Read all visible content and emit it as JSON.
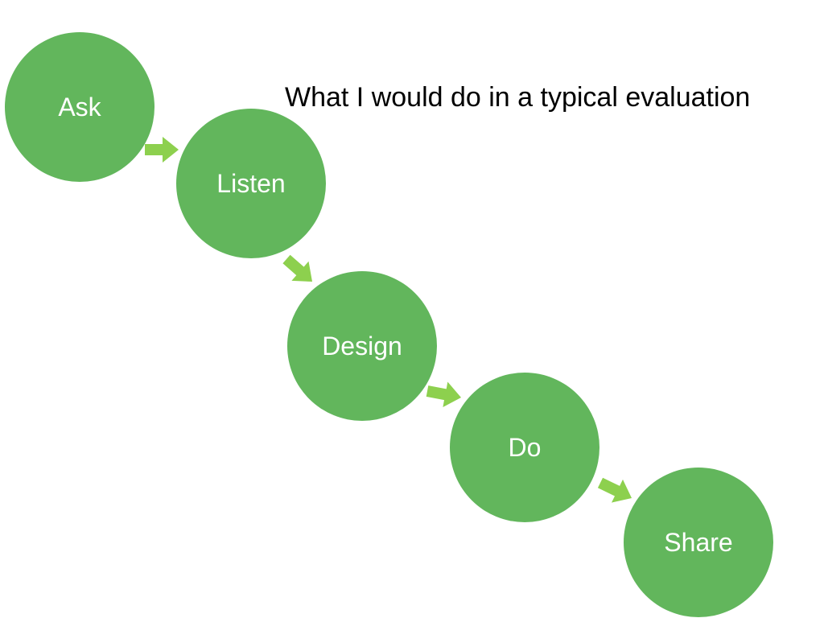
{
  "title": "What I would do in a typical evaluation",
  "colors": {
    "circle": "#62b65c",
    "arrow": "#8dd04e",
    "label": "#ffffff",
    "title": "#000000"
  },
  "steps": [
    {
      "label": "Ask"
    },
    {
      "label": "Listen"
    },
    {
      "label": "Design"
    },
    {
      "label": "Do"
    },
    {
      "label": "Share"
    }
  ],
  "connector_icon": "right-arrow-icon"
}
